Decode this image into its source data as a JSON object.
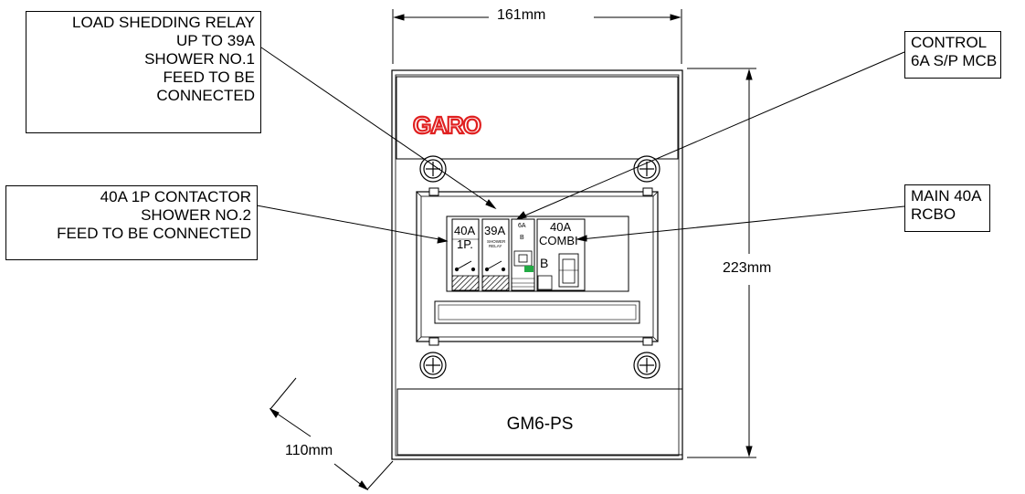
{
  "callouts": {
    "load_shedding": [
      "LOAD SHEDDING RELAY",
      "UP TO 39A",
      "SHOWER NO.1",
      "FEED TO BE",
      "CONNECTED"
    ],
    "contactor": [
      "40A 1P CONTACTOR",
      "SHOWER NO.2",
      "FEED TO BE CONNECTED"
    ],
    "control": [
      "CONTROL",
      "6A S/P MCB"
    ],
    "main": [
      "MAIN 40A",
      "RCBO"
    ]
  },
  "dimensions": {
    "width": "161mm",
    "height": "223mm",
    "depth": "110mm"
  },
  "brand": "GARO",
  "model": "GM6-PS",
  "modules": {
    "contactor": [
      "40A",
      "1P."
    ],
    "relay": [
      "39A"
    ],
    "relay_small": [
      "SHOWER",
      "RELAY"
    ],
    "mcb": [
      "6A",
      "B"
    ],
    "rcbo": [
      "40A",
      "COMBI"
    ],
    "rcbo_curve": "B"
  },
  "colors": {
    "brand_red": "#e02020",
    "indicator_green": "#22aa44"
  }
}
